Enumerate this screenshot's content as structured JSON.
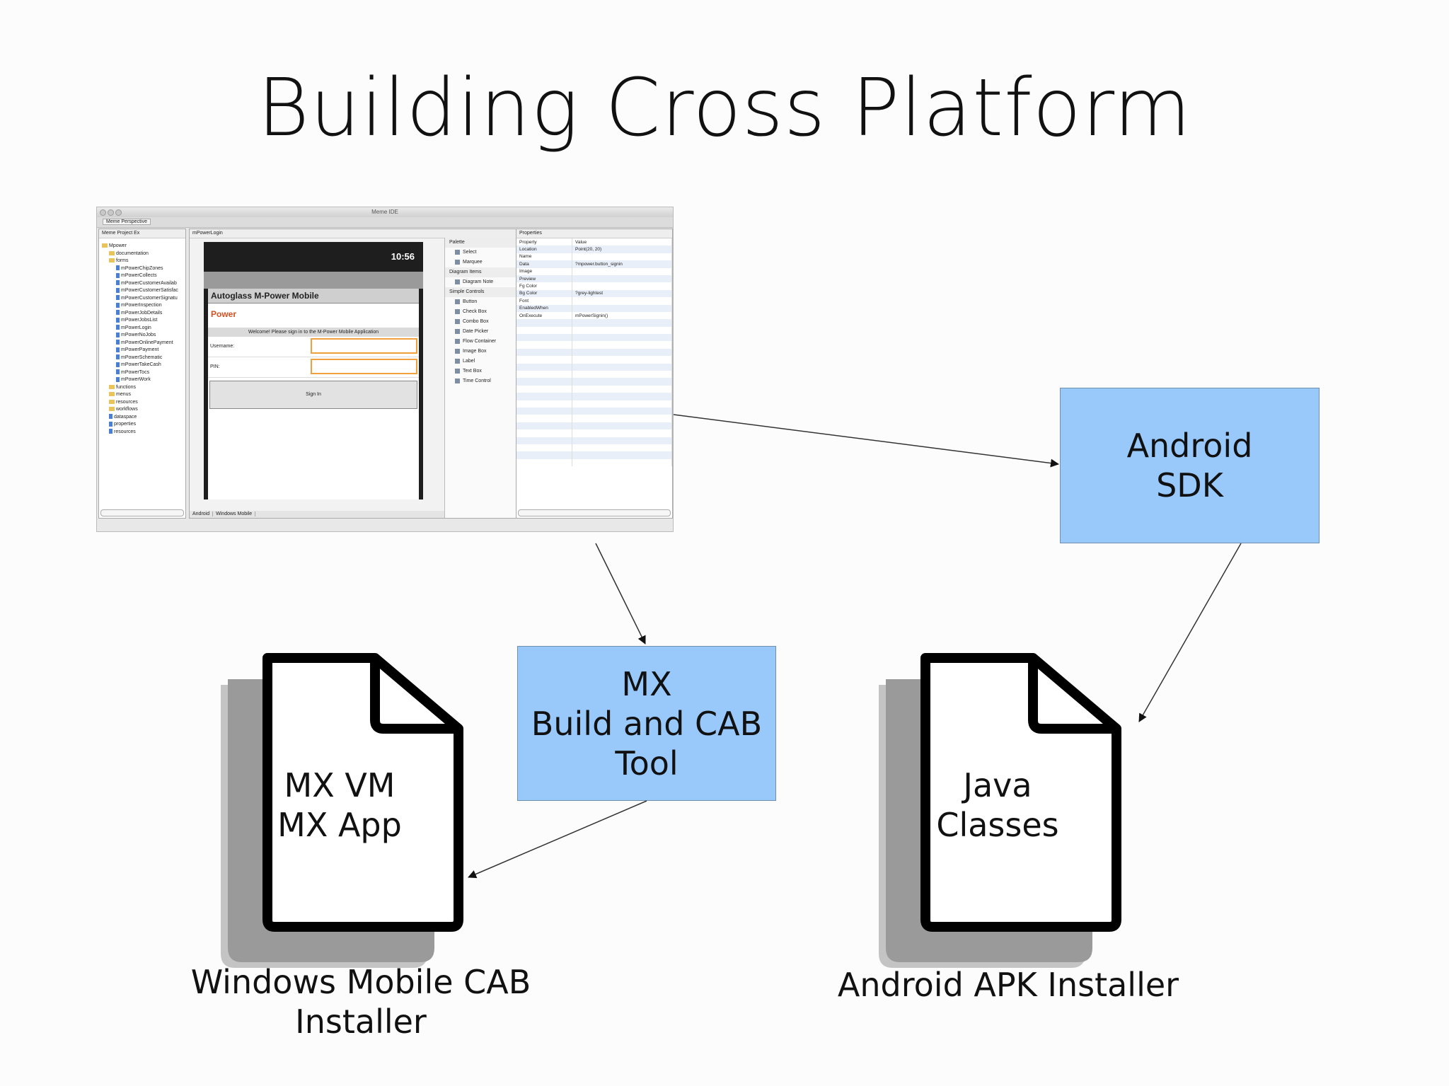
{
  "title": "Building Cross Platform",
  "ide": {
    "window_title": "Meme IDE",
    "perspective_tab": "Meme Perspective",
    "project_pane_title": "Meme Project Ex",
    "editor_tab": "mPowerLogin",
    "tree": [
      {
        "label": "Mpower",
        "kind": "folder",
        "depth": 0
      },
      {
        "label": "documentation",
        "kind": "folder",
        "depth": 1
      },
      {
        "label": "forms",
        "kind": "folder",
        "depth": 1
      },
      {
        "label": "mPowerChipZones",
        "kind": "file",
        "depth": 2
      },
      {
        "label": "mPowerCollects",
        "kind": "file",
        "depth": 2
      },
      {
        "label": "mPowerCustomerAvailab",
        "kind": "file",
        "depth": 2
      },
      {
        "label": "mPowerCustomerSatisfac",
        "kind": "file",
        "depth": 2
      },
      {
        "label": "mPowerCustomerSignatu",
        "kind": "file",
        "depth": 2
      },
      {
        "label": "mPowerInspection",
        "kind": "file",
        "depth": 2
      },
      {
        "label": "mPowerJobDetails",
        "kind": "file",
        "depth": 2
      },
      {
        "label": "mPowerJobsList",
        "kind": "file",
        "depth": 2
      },
      {
        "label": "mPowerLogin",
        "kind": "file",
        "depth": 2
      },
      {
        "label": "mPowerNoJobs",
        "kind": "file",
        "depth": 2
      },
      {
        "label": "mPowerOnlinePayment",
        "kind": "file",
        "depth": 2
      },
      {
        "label": "mPowerPayment",
        "kind": "file",
        "depth": 2
      },
      {
        "label": "mPowerSchematic",
        "kind": "file",
        "depth": 2
      },
      {
        "label": "mPowerTakeCash",
        "kind": "file",
        "depth": 2
      },
      {
        "label": "mPowerTocs",
        "kind": "file",
        "depth": 2
      },
      {
        "label": "mPowerWork",
        "kind": "file",
        "depth": 2
      },
      {
        "label": "functions",
        "kind": "folder",
        "depth": 1
      },
      {
        "label": "menus",
        "kind": "folder",
        "depth": 1
      },
      {
        "label": "resources",
        "kind": "folder",
        "depth": 1
      },
      {
        "label": "workflows",
        "kind": "folder",
        "depth": 1
      },
      {
        "label": "dataspace",
        "kind": "file",
        "depth": 1
      },
      {
        "label": "properties",
        "kind": "file",
        "depth": 1
      },
      {
        "label": "resources",
        "kind": "file",
        "depth": 1
      }
    ],
    "phone": {
      "time": "10:56",
      "app_title": "Autoglass M-Power Mobile",
      "logo": "Power",
      "welcome": "Welcome! Please sign in to the M-Power Mobile Application",
      "username_label": "Username:",
      "pin_label": "PIN:",
      "signin_label": "Sign In"
    },
    "editor_tabs": [
      "Android",
      "Windows Mobile"
    ],
    "palette": [
      {
        "label": "Palette",
        "kind": "header"
      },
      {
        "label": "Select",
        "kind": "item"
      },
      {
        "label": "Marquee",
        "kind": "item"
      },
      {
        "label": "Diagram Items",
        "kind": "group"
      },
      {
        "label": "Diagram Note",
        "kind": "item"
      },
      {
        "label": "Simple Controls",
        "kind": "group"
      },
      {
        "label": "Button",
        "kind": "item"
      },
      {
        "label": "Check Box",
        "kind": "item"
      },
      {
        "label": "Combo Box",
        "kind": "item"
      },
      {
        "label": "Date Picker",
        "kind": "item"
      },
      {
        "label": "Flow Container",
        "kind": "item"
      },
      {
        "label": "Image Box",
        "kind": "item"
      },
      {
        "label": "Label",
        "kind": "item"
      },
      {
        "label": "Text Box",
        "kind": "item"
      },
      {
        "label": "Time Control",
        "kind": "item"
      }
    ],
    "properties_title": "Properties",
    "properties_columns": [
      "Property",
      "Value"
    ],
    "properties": [
      [
        "Location",
        "Point(20, 20)"
      ],
      [
        "Name",
        ""
      ],
      [
        "Data",
        "?mpower.button_signin"
      ],
      [
        "Image",
        ""
      ],
      [
        "Preview",
        ""
      ],
      [
        "Fg Color",
        ""
      ],
      [
        "Bg Color",
        "?grey-lightest"
      ],
      [
        "Font",
        ""
      ],
      [
        "EnabledWhen",
        ""
      ],
      [
        "OnExecute",
        "mPowerSignin()"
      ]
    ]
  },
  "android_sdk_box": {
    "lines": [
      "Android",
      "SDK"
    ],
    "color": "#99c9fb"
  },
  "mx_tool_box": {
    "lines": [
      "MX",
      "Build and CAB",
      "Tool"
    ],
    "color": "#99c9fb"
  },
  "wm_document": {
    "lines": [
      "MX VM",
      "MX App"
    ],
    "icon": "document-icon"
  },
  "android_document": {
    "lines": [
      "Java",
      "Classes"
    ],
    "icon": "document-icon"
  },
  "wm_caption": {
    "lines": [
      "Windows Mobile CAB",
      "Installer"
    ]
  },
  "android_caption": {
    "lines": [
      "Android APK Installer"
    ]
  }
}
